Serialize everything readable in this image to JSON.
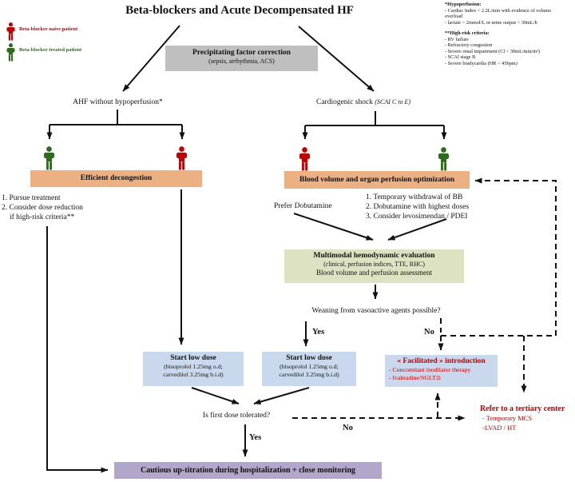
{
  "title": "Beta-blockers and Acute Decompensated HF",
  "legend": {
    "naive": "Beta-blocker naive patient",
    "treated": "Beta-blocker treated patient"
  },
  "notes": {
    "hypo_title": "*Hypoperfusion:",
    "hypo1": "- Cardiac Index < 2.2L/min with evidence of volume overload",
    "hypo2": "- lactate > 2mmol/L or urine output < 30mL/h",
    "hr_title": "**High-risk criteria:",
    "hr1": "- RV failure",
    "hr2": "- Refractory congestion",
    "hr3": "- Severe renal impairment (Cl < 30mL/min/m²)",
    "hr4": "- SCAI stage B",
    "hr5": "- Severe bradycardia (HR < 45bpm)"
  },
  "nodes": {
    "precipitating": {
      "title": "Precipitating factor correction",
      "subtitle": "(sepsis, arrhythmia, ACS)"
    },
    "ahf_label": "AHF without hypoperfusion*",
    "shock_label": "Cardiogenic shock",
    "shock_stage": "(SCAI C to E)",
    "efficient": "Efficient decongestion",
    "pursue": [
      "1. Pursue treatment",
      "2. Consider dose reduction",
      "if high-risk criteria**"
    ],
    "blood": "Blood volume and organ perfusion optimization",
    "prefer": "Prefer Dobutamine",
    "withdrawal": [
      "1. Temporary withdrawal of BB",
      "2. Dobutamine with highest doses",
      "3. Consider levosimendan / PDEI"
    ],
    "hemo": {
      "title": "Multimodal hemodynamic evaluation",
      "subtitle": "(clinical, perfusion indices, TTE, RHC)",
      "line3": "Blood volume and perfusion assessment"
    },
    "weaning": "Weaning from vasoactive agents possible?",
    "yes1": "Yes",
    "no1": "No",
    "start_low": {
      "title": "Start low dose",
      "line2": "(bisoprolol 1.25mg o.d;",
      "line3": "carvedilol 3.25mg b.i.d)"
    },
    "facilitated": {
      "title": "« Facilitated » introduction",
      "line1": "- Concomitant inodilator therapy",
      "line2": "- Ivabradine/SGLT2i"
    },
    "tolerated": "Is first dose tolerated?",
    "no2": "No",
    "yes2": "Yes",
    "refer": {
      "title": "Refer to a tertiary center",
      "line1": "- Temporary MCS",
      "line2": "-LVAD / HT"
    },
    "uptitration": "Cautious up-titration during hospitalization + close monitoring"
  },
  "colors": {
    "red": "#C00000",
    "green_person": "#2F6B1F",
    "orange_box": "#ECB183",
    "gray_box": "#BFBFBF",
    "green_box": "#DCE2C2",
    "blue_box": "#C9D8EC",
    "purple_box": "#B2A7CB"
  }
}
